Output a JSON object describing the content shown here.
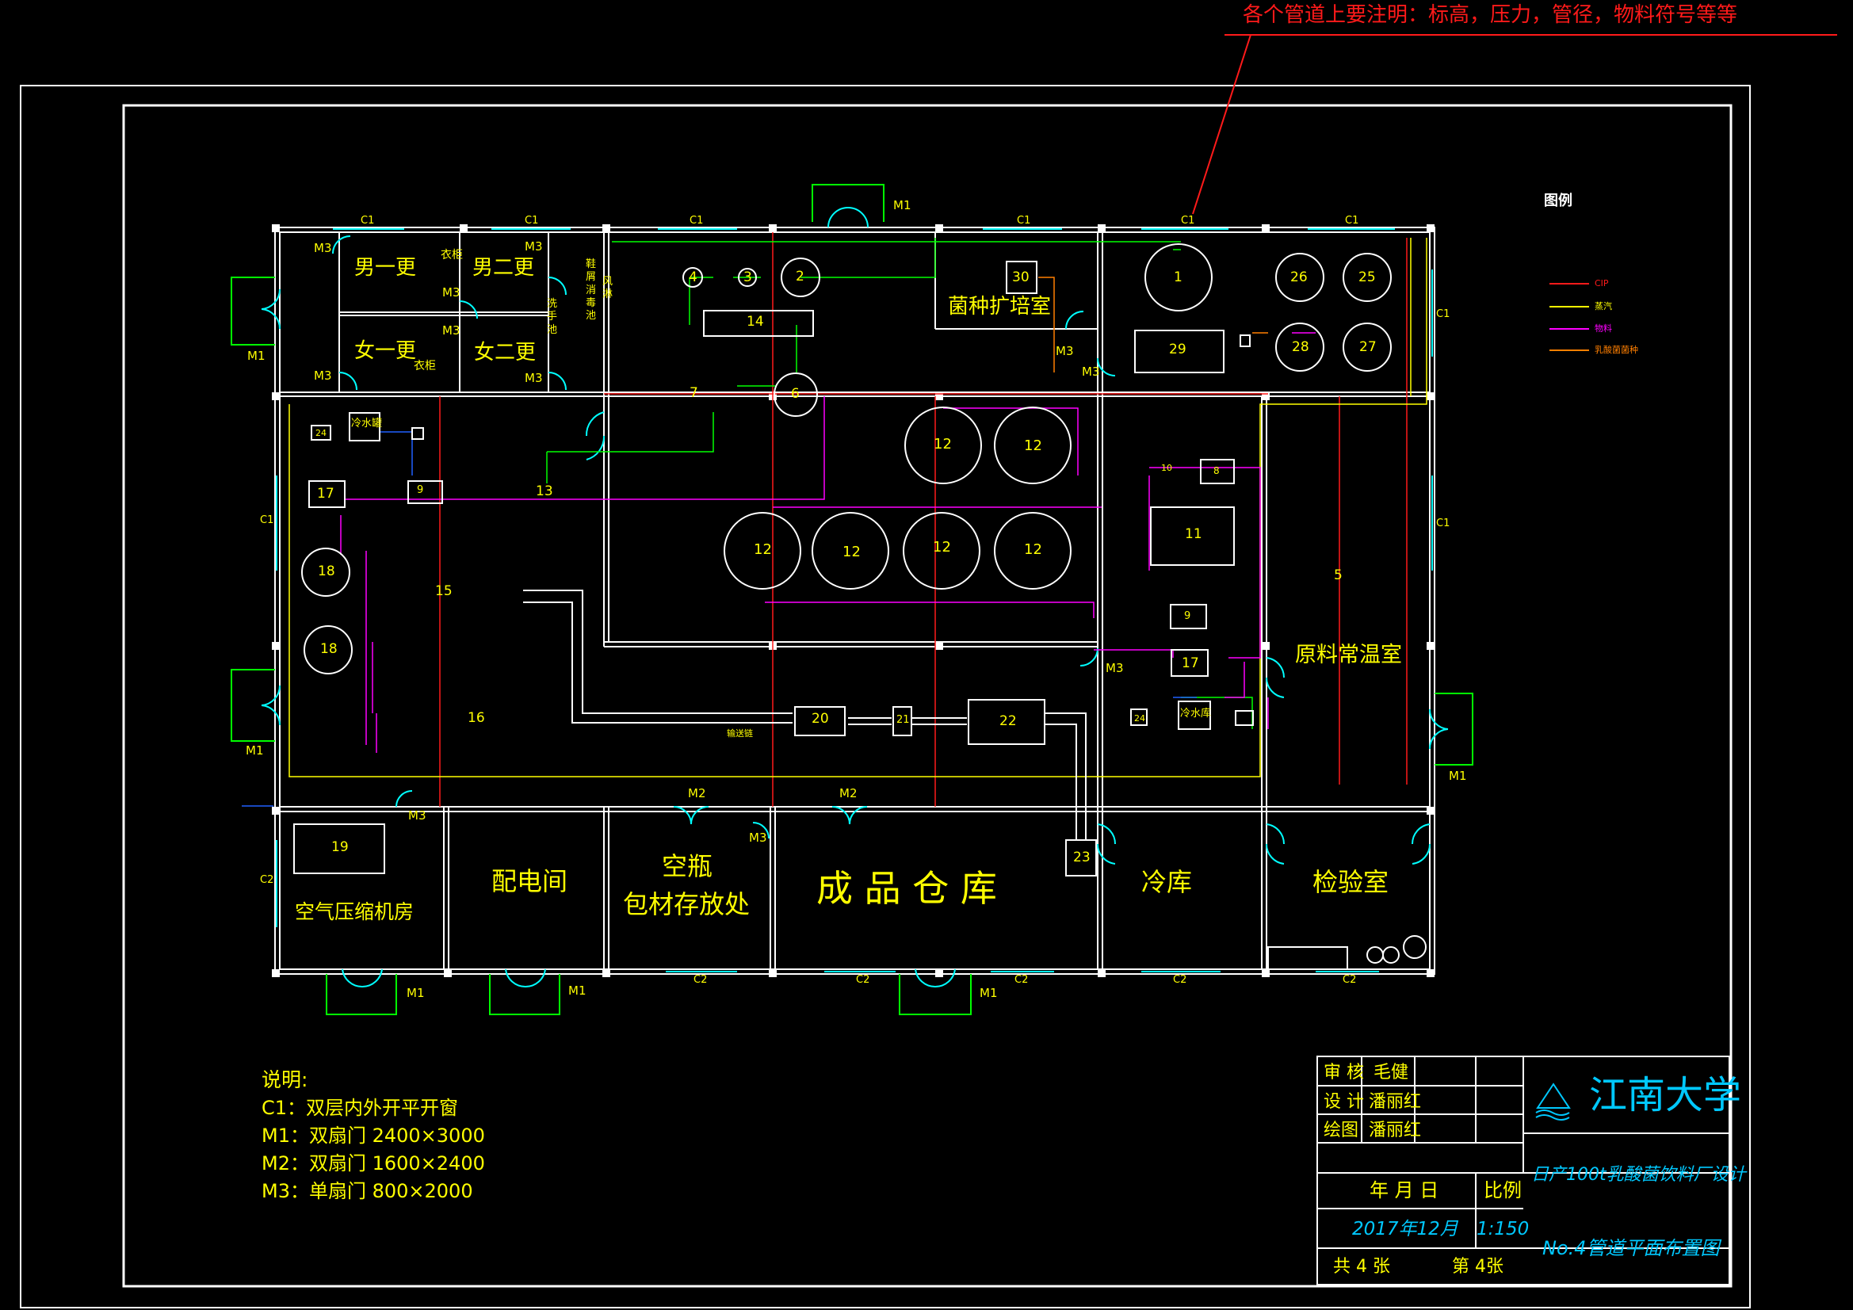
{
  "annotation": "各个管道上要注明：标高，压力，管径，物料符号等等",
  "legend": {
    "title": "图例",
    "items": [
      {
        "label": "CIP",
        "color": "#ff1a1a"
      },
      {
        "label": "蒸汽",
        "color": "#ffff00"
      },
      {
        "label": "物料",
        "color": "#ff00ff"
      },
      {
        "label": "乳酸菌菌种",
        "color": "#ff7f00"
      }
    ]
  },
  "rooms": {
    "men1": "男一更",
    "men2": "男二更",
    "women1": "女一更",
    "women2": "女二更",
    "locker_a": "衣柜",
    "locker_b": "衣柜",
    "corridor_a": "鞋屑消毒池",
    "corridor_b": "洗手池",
    "corridor_c": "风淋",
    "culture": "菌种扩培室",
    "raw": "原料常温室",
    "compressor": "空气压缩机房",
    "power": "配电间",
    "bottle_a": "空瓶",
    "bottle_b": "包材存放处",
    "warehouse": "成 品 仓 库",
    "cold": "冷库",
    "lab": "检验室",
    "chiller_a": "冷水罐",
    "chiller_b": "冷水库",
    "conveyor": "输送链"
  },
  "equipment_labels": [
    "1",
    "2",
    "3",
    "4",
    "5",
    "6",
    "7",
    "8",
    "9",
    "9",
    "10",
    "11",
    "12",
    "12",
    "12",
    "12",
    "12",
    "12",
    "13",
    "14",
    "15",
    "16",
    "17",
    "17",
    "18",
    "18",
    "19",
    "20",
    "21",
    "22",
    "23",
    "24",
    "24",
    "25",
    "26",
    "27",
    "28",
    "29",
    "30"
  ],
  "window_labels": {
    "c1": "C1",
    "c2": "C2"
  },
  "door_labels": {
    "m1": "M1",
    "m2": "M2",
    "m3": "M3"
  },
  "notes": {
    "title": "说明:",
    "lines": [
      "C1：双层内外开平开窗",
      "M1：双扇门 2400×3000",
      "M2：双扇门 1600×2400",
      "M3：单扇门 800×2000"
    ]
  },
  "title_block": {
    "review_label": "审 核",
    "review_name": "毛健",
    "design_label": "设 计",
    "design_name": "潘丽红",
    "draw_label": "绘图",
    "draw_name": "潘丽红",
    "date_label": "年 月 日",
    "scale_label": "比例",
    "date_value": "2017年12月",
    "scale_value": "1:150",
    "sheets_total": "共 4 张",
    "sheet_no": "第 4张",
    "university": "江南大学",
    "project": "日产100t乳酸菌饮料厂设计",
    "drawing": "No.4管道平面布置图"
  }
}
